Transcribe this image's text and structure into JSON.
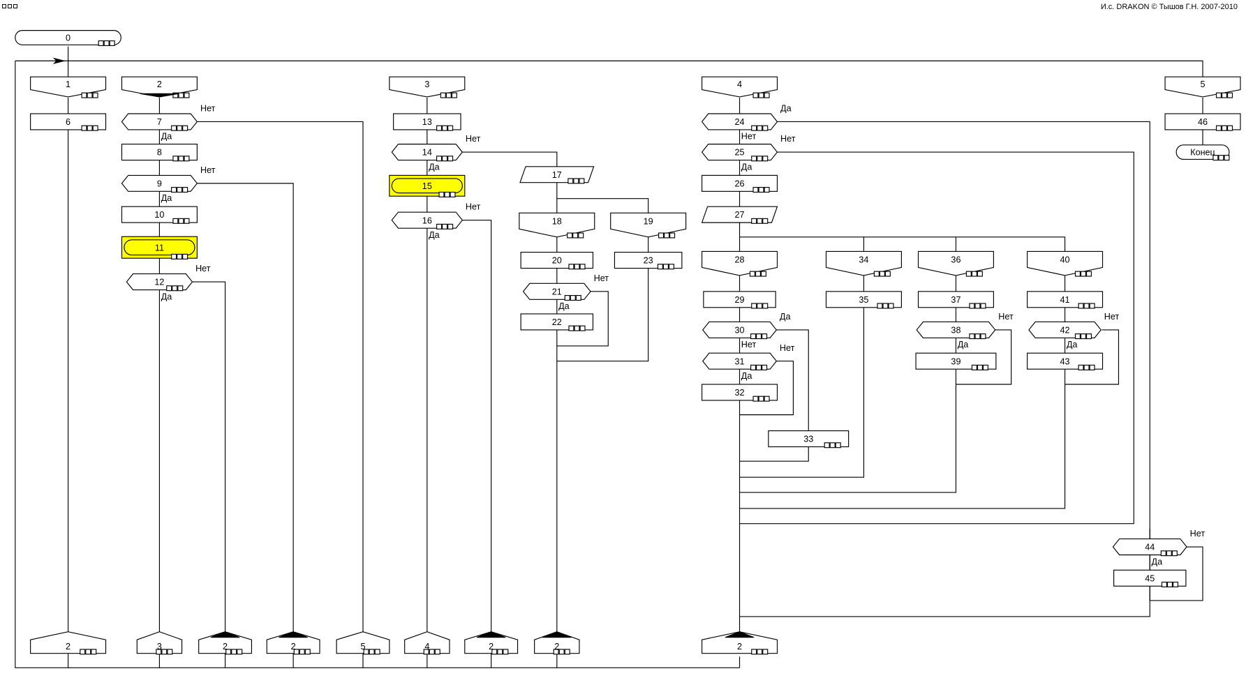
{
  "header": {
    "credit": "И.с. DRAKON © Тышов Г.Н. 2007-2010",
    "corner_icon": "three-small-squares-icon"
  },
  "labels": {
    "yes": "Да",
    "no": "Нет",
    "end": "Конец"
  },
  "nodes": [
    {
      "id": "n0",
      "type": "title",
      "text": "0"
    },
    {
      "id": "b1",
      "type": "branch",
      "text": "1"
    },
    {
      "id": "b2",
      "type": "branch",
      "text": "2"
    },
    {
      "id": "b3",
      "type": "branch",
      "text": "3"
    },
    {
      "id": "b4",
      "type": "branch",
      "text": "4"
    },
    {
      "id": "b5",
      "type": "branch",
      "text": "5"
    },
    {
      "id": "n6",
      "type": "action",
      "text": "6"
    },
    {
      "id": "n7",
      "type": "question",
      "text": "7"
    },
    {
      "id": "n8",
      "type": "action",
      "text": "8"
    },
    {
      "id": "n9",
      "type": "question",
      "text": "9"
    },
    {
      "id": "n10",
      "type": "action",
      "text": "10"
    },
    {
      "id": "n11",
      "type": "insertion",
      "text": "11"
    },
    {
      "id": "n12",
      "type": "question",
      "text": "12"
    },
    {
      "id": "n13",
      "type": "action",
      "text": "13"
    },
    {
      "id": "n14",
      "type": "question",
      "text": "14"
    },
    {
      "id": "n15",
      "type": "insertion",
      "text": "15"
    },
    {
      "id": "n16",
      "type": "question",
      "text": "16"
    },
    {
      "id": "n17",
      "type": "io",
      "text": "17"
    },
    {
      "id": "n18",
      "type": "case",
      "text": "18"
    },
    {
      "id": "n19",
      "type": "case",
      "text": "19"
    },
    {
      "id": "n20",
      "type": "action",
      "text": "20"
    },
    {
      "id": "n21",
      "type": "question",
      "text": "21"
    },
    {
      "id": "n22",
      "type": "action",
      "text": "22"
    },
    {
      "id": "n23",
      "type": "action",
      "text": "23"
    },
    {
      "id": "n24",
      "type": "question",
      "text": "24"
    },
    {
      "id": "n25",
      "type": "question",
      "text": "25"
    },
    {
      "id": "n26",
      "type": "action",
      "text": "26"
    },
    {
      "id": "n27",
      "type": "io",
      "text": "27"
    },
    {
      "id": "n28",
      "type": "case",
      "text": "28"
    },
    {
      "id": "n29",
      "type": "action",
      "text": "29"
    },
    {
      "id": "n30",
      "type": "question",
      "text": "30"
    },
    {
      "id": "n31",
      "type": "question",
      "text": "31"
    },
    {
      "id": "n32",
      "type": "action",
      "text": "32"
    },
    {
      "id": "n33",
      "type": "action",
      "text": "33"
    },
    {
      "id": "n34",
      "type": "case",
      "text": "34"
    },
    {
      "id": "n35",
      "type": "action",
      "text": "35"
    },
    {
      "id": "n36",
      "type": "case",
      "text": "36"
    },
    {
      "id": "n37",
      "type": "action",
      "text": "37"
    },
    {
      "id": "n38",
      "type": "question",
      "text": "38"
    },
    {
      "id": "n39",
      "type": "action",
      "text": "39"
    },
    {
      "id": "n40",
      "type": "case",
      "text": "40"
    },
    {
      "id": "n41",
      "type": "action",
      "text": "41"
    },
    {
      "id": "n42",
      "type": "question",
      "text": "42"
    },
    {
      "id": "n43",
      "type": "action",
      "text": "43"
    },
    {
      "id": "n44",
      "type": "question",
      "text": "44"
    },
    {
      "id": "n45",
      "type": "action",
      "text": "45"
    },
    {
      "id": "n46",
      "type": "action",
      "text": "46"
    },
    {
      "id": "end",
      "type": "terminator",
      "text": "Конец"
    },
    {
      "id": "a1",
      "type": "address",
      "text": "2"
    },
    {
      "id": "a2",
      "type": "address",
      "text": "3"
    },
    {
      "id": "a3",
      "type": "address",
      "text": "2"
    },
    {
      "id": "a4",
      "type": "address",
      "text": "2"
    },
    {
      "id": "a5",
      "type": "address",
      "text": "5"
    },
    {
      "id": "a6",
      "type": "address",
      "text": "4"
    },
    {
      "id": "a7",
      "type": "address",
      "text": "2"
    },
    {
      "id": "a8",
      "type": "address",
      "text": "2"
    },
    {
      "id": "a9",
      "type": "address",
      "text": "2"
    }
  ],
  "highlight_color": "#ffff00",
  "line_color": "#000000"
}
